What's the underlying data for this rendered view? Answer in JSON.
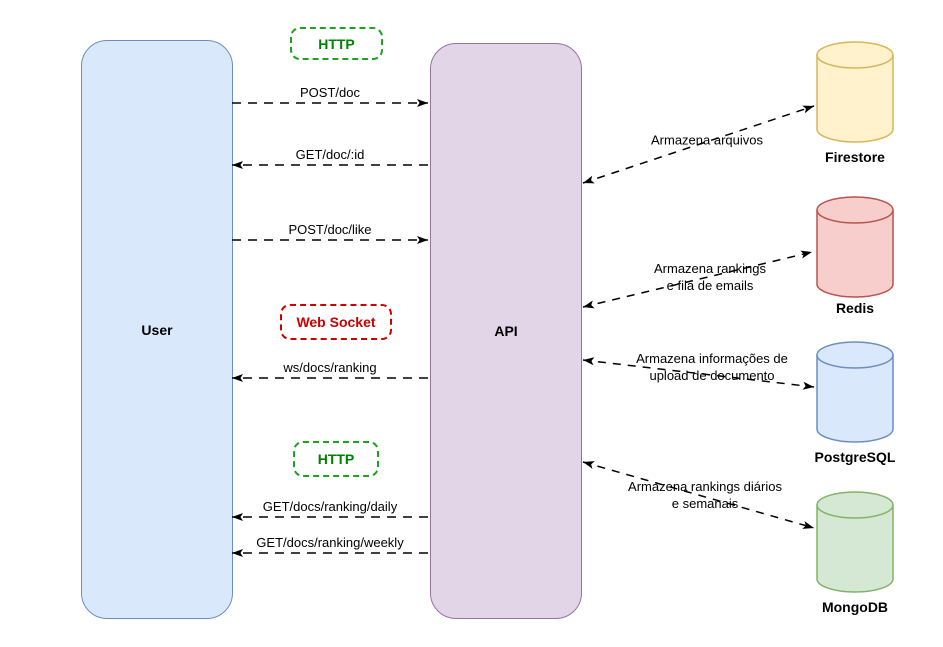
{
  "actors": {
    "user": {
      "label": "User",
      "fill": "#dae8fc",
      "stroke": "#6c8ebf"
    },
    "api": {
      "label": "API",
      "fill": "#e1d5e7",
      "stroke": "#9673a6"
    }
  },
  "protocol_badges": [
    {
      "label": "HTTP",
      "color": "#008000"
    },
    {
      "label": "Web Socket",
      "color": "#cc0000"
    },
    {
      "label": "HTTP",
      "color": "#008000"
    }
  ],
  "user_api_messages": [
    {
      "label": "POST/doc",
      "direction": "user-to-api"
    },
    {
      "label": "GET/doc/:id",
      "direction": "api-to-user"
    },
    {
      "label": "POST/doc/like",
      "direction": "user-to-api"
    },
    {
      "label": "ws/docs/ranking",
      "direction": "api-to-user"
    },
    {
      "label": "GET/docs/ranking/daily",
      "direction": "api-to-user"
    },
    {
      "label": "GET/docs/ranking/weekly",
      "direction": "api-to-user"
    }
  ],
  "databases": [
    {
      "name": "Firestore",
      "fill": "#fff2cc",
      "stroke": "#d6b656",
      "link_lines": [
        "Armazena arquivos",
        ""
      ]
    },
    {
      "name": "Redis",
      "fill": "#f8cecc",
      "stroke": "#b85450",
      "link_lines": [
        "Armazena rankings",
        "e fila de emails"
      ]
    },
    {
      "name": "PostgreSQL",
      "fill": "#dae8fc",
      "stroke": "#6c8ebf",
      "link_lines": [
        "Armazena informações de",
        "upload de documento"
      ]
    },
    {
      "name": "MongoDB",
      "fill": "#d5e8d4",
      "stroke": "#82b366",
      "link_lines": [
        "Armazena rankings diários",
        "e semanais"
      ]
    }
  ],
  "arrow_color": "#000000"
}
